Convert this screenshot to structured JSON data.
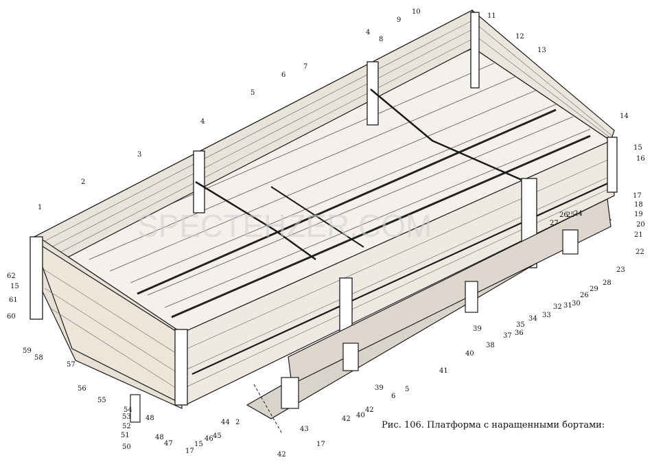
{
  "caption": "Рис. 106. Платформа с наращенными бортами:",
  "watermark": "SPECTEHZER.COM",
  "callouts": [
    {
      "id": "c1",
      "text": "1"
    },
    {
      "id": "c2a",
      "text": "2"
    },
    {
      "id": "c2b",
      "text": "2"
    },
    {
      "id": "c3",
      "text": "3"
    },
    {
      "id": "c4a",
      "text": "4"
    },
    {
      "id": "c4b",
      "text": "4"
    },
    {
      "id": "c5a",
      "text": "5"
    },
    {
      "id": "c5b",
      "text": "5"
    },
    {
      "id": "c6a",
      "text": "6"
    },
    {
      "id": "c6b",
      "text": "6"
    },
    {
      "id": "c7",
      "text": "7"
    },
    {
      "id": "c8",
      "text": "8"
    },
    {
      "id": "c9",
      "text": "9"
    },
    {
      "id": "c10",
      "text": "10"
    },
    {
      "id": "c11",
      "text": "11"
    },
    {
      "id": "c12",
      "text": "12"
    },
    {
      "id": "c13",
      "text": "13"
    },
    {
      "id": "c14",
      "text": "14"
    },
    {
      "id": "c15a",
      "text": "15"
    },
    {
      "id": "c15b",
      "text": "15"
    },
    {
      "id": "c15c",
      "text": "15"
    },
    {
      "id": "c16",
      "text": "16"
    },
    {
      "id": "c17a",
      "text": "17"
    },
    {
      "id": "c17b",
      "text": "17"
    },
    {
      "id": "c17c",
      "text": "17"
    },
    {
      "id": "c18",
      "text": "18"
    },
    {
      "id": "c19",
      "text": "19"
    },
    {
      "id": "c20",
      "text": "20"
    },
    {
      "id": "c21",
      "text": "21"
    },
    {
      "id": "c22",
      "text": "22"
    },
    {
      "id": "c23",
      "text": "23"
    },
    {
      "id": "c24",
      "text": "24"
    },
    {
      "id": "c25",
      "text": "25"
    },
    {
      "id": "c26a",
      "text": "26"
    },
    {
      "id": "c26b",
      "text": "26"
    },
    {
      "id": "c27",
      "text": "27"
    },
    {
      "id": "c28",
      "text": "28"
    },
    {
      "id": "c29",
      "text": "29"
    },
    {
      "id": "c30",
      "text": "30"
    },
    {
      "id": "c31",
      "text": "31"
    },
    {
      "id": "c32",
      "text": "32"
    },
    {
      "id": "c33",
      "text": "33"
    },
    {
      "id": "c34",
      "text": "34"
    },
    {
      "id": "c35",
      "text": "35"
    },
    {
      "id": "c36",
      "text": "36"
    },
    {
      "id": "c37",
      "text": "37"
    },
    {
      "id": "c38",
      "text": "38"
    },
    {
      "id": "c39a",
      "text": "39"
    },
    {
      "id": "c39b",
      "text": "39"
    },
    {
      "id": "c40a",
      "text": "40"
    },
    {
      "id": "c40b",
      "text": "40"
    },
    {
      "id": "c41",
      "text": "41"
    },
    {
      "id": "c42a",
      "text": "42"
    },
    {
      "id": "c42b",
      "text": "42"
    },
    {
      "id": "c42c",
      "text": "42"
    },
    {
      "id": "c43",
      "text": "43"
    },
    {
      "id": "c44",
      "text": "44"
    },
    {
      "id": "c45",
      "text": "45"
    },
    {
      "id": "c46",
      "text": "46"
    },
    {
      "id": "c47",
      "text": "47"
    },
    {
      "id": "c48a",
      "text": "48"
    },
    {
      "id": "c48b",
      "text": "48"
    },
    {
      "id": "c50",
      "text": "50"
    },
    {
      "id": "c51",
      "text": "51"
    },
    {
      "id": "c52",
      "text": "52"
    },
    {
      "id": "c53",
      "text": "53"
    },
    {
      "id": "c54",
      "text": "54"
    },
    {
      "id": "c55",
      "text": "55"
    },
    {
      "id": "c56",
      "text": "56"
    },
    {
      "id": "c57",
      "text": "57"
    },
    {
      "id": "c58",
      "text": "58"
    },
    {
      "id": "c59",
      "text": "59"
    },
    {
      "id": "c60",
      "text": "60"
    },
    {
      "id": "c61",
      "text": "61"
    },
    {
      "id": "c62",
      "text": "62"
    }
  ]
}
